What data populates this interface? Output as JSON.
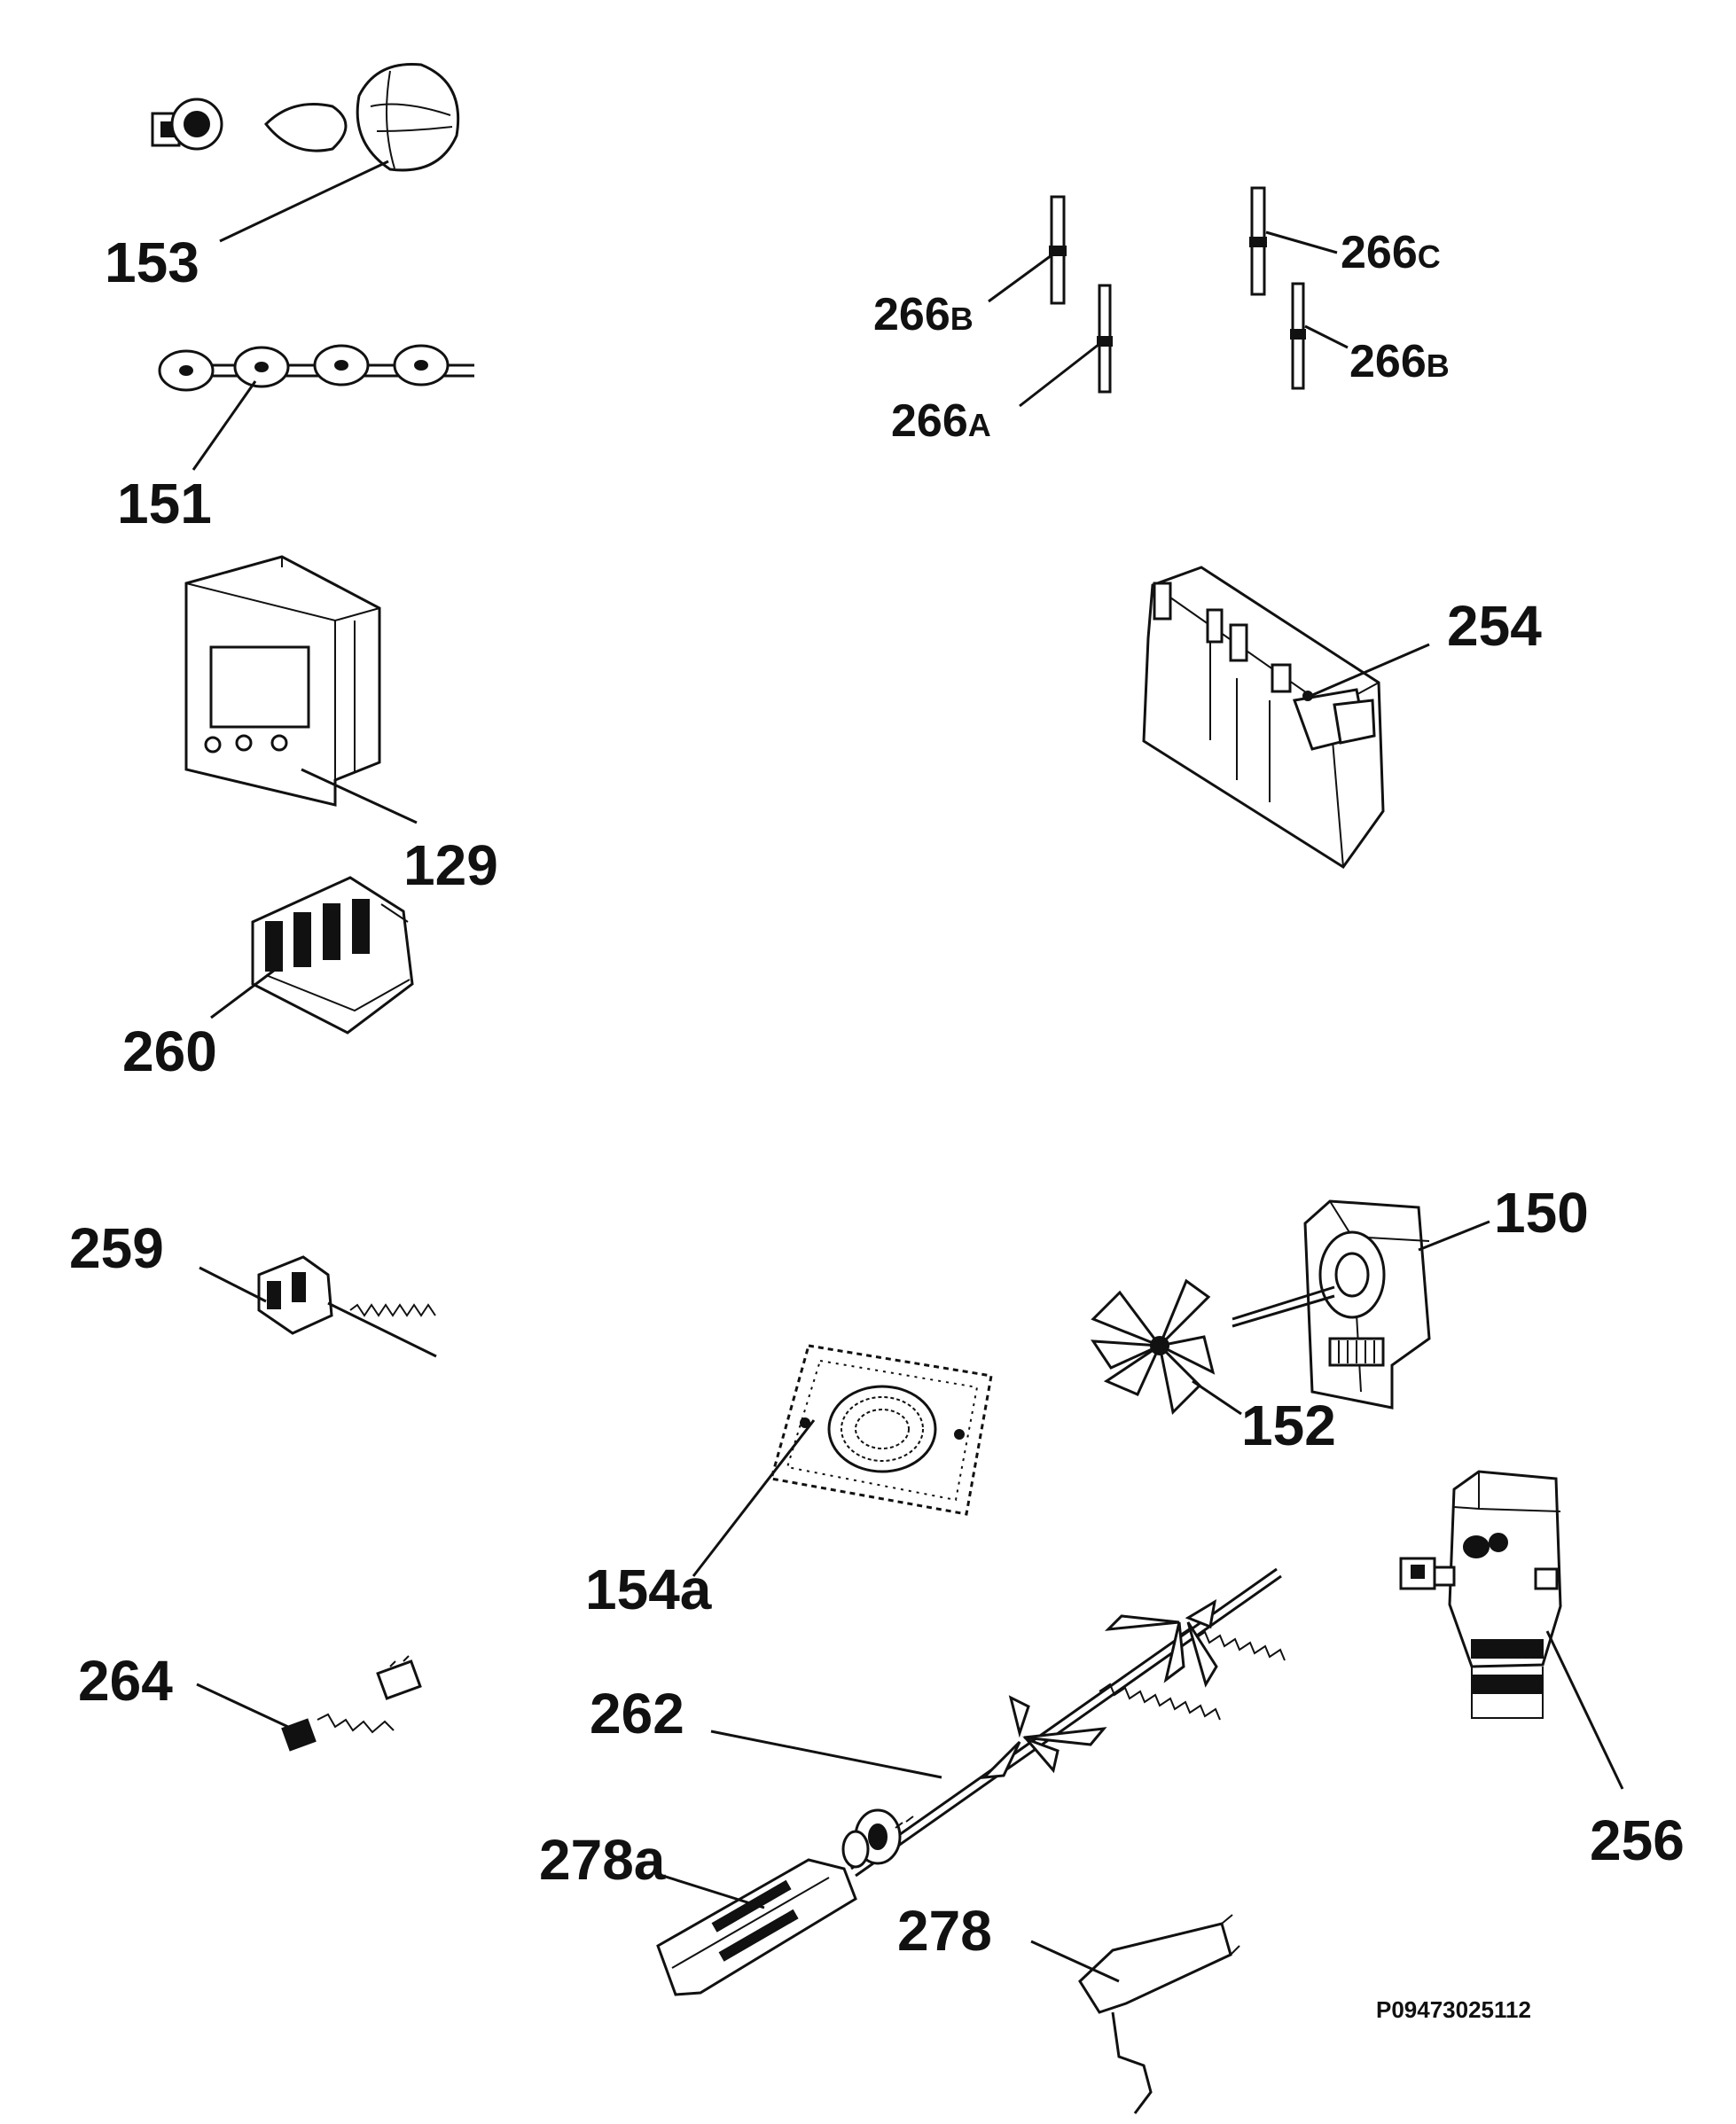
{
  "parts": {
    "p153": "153",
    "p151": "151",
    "p129": "129",
    "p260": "260",
    "p254": "254",
    "p259": "259",
    "p264": "264",
    "p262": "262",
    "p278a": "278a",
    "p278": "278",
    "p154a": "154a",
    "p150": "150",
    "p152": "152",
    "p256": "256",
    "p266b_1": {
      "num": "266",
      "suffix": "B"
    },
    "p266a": {
      "num": "266",
      "suffix": "A"
    },
    "p266c": {
      "num": "266",
      "suffix": "C"
    },
    "p266b_2": {
      "num": "266",
      "suffix": "B"
    }
  },
  "drawing_code": "P09473025112"
}
